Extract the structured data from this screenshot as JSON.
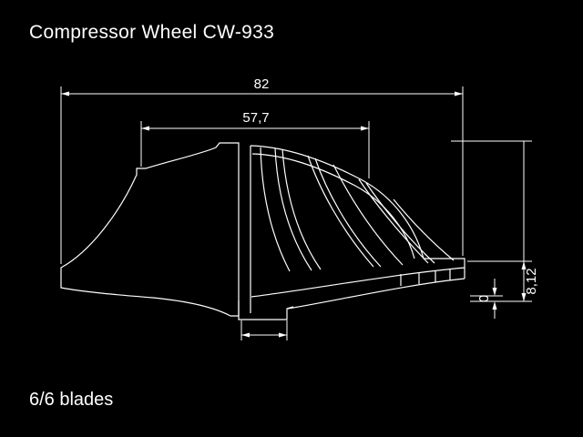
{
  "title": "Compressor Wheel CW-933",
  "footer": "6/6 blades",
  "dimensions": {
    "overall_width": "82",
    "upper_width": "57,7",
    "tip_height": "8,12",
    "zero_dim": "0"
  },
  "colors": {
    "background": "#000000",
    "line": "#ffffff"
  }
}
